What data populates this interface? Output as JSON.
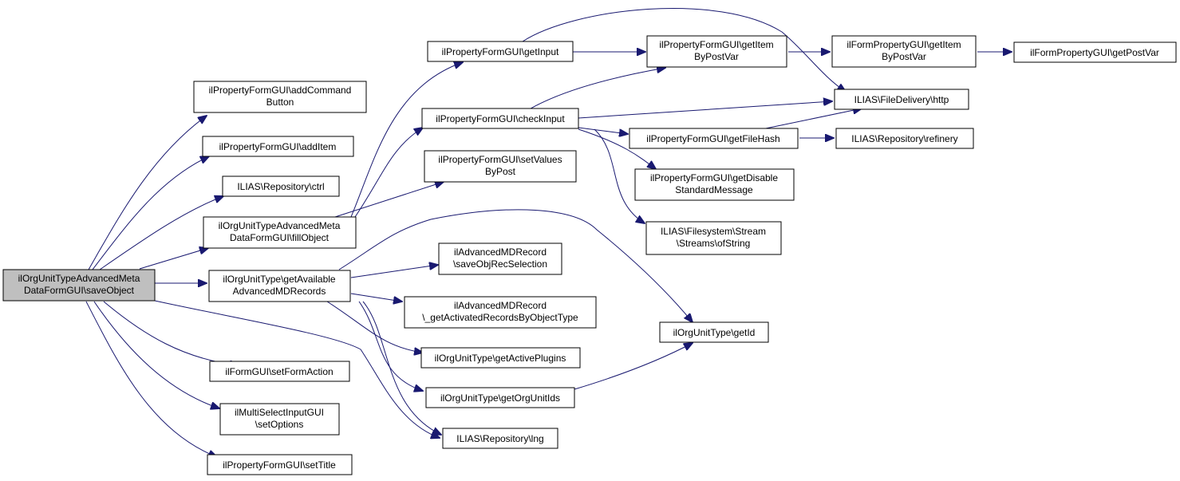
{
  "colors": {
    "edge": "#191970",
    "root_fill": "#bfbfbf",
    "node_fill": "#ffffff",
    "border": "#000000"
  },
  "nodes": {
    "root": [
      "ilOrgUnitTypeAdvancedMeta",
      "DataFormGUI\\saveObject"
    ],
    "add_command_button": [
      "ilPropertyFormGUI\\addCommand",
      "Button"
    ],
    "add_item": [
      "ilPropertyFormGUI\\addItem"
    ],
    "ctrl": [
      "ILIAS\\Repository\\ctrl"
    ],
    "fill_object": [
      "ilOrgUnitTypeAdvancedMeta",
      "DataFormGUI\\fillObject"
    ],
    "get_available_records": [
      "ilOrgUnitType\\getAvailable",
      "AdvancedMDRecords"
    ],
    "set_form_action": [
      "ilFormGUI\\setFormAction"
    ],
    "set_options": [
      "ilMultiSelectInputGUI",
      "\\setOptions"
    ],
    "set_title": [
      "ilPropertyFormGUI\\setTitle"
    ],
    "get_input": [
      "ilPropertyFormGUI\\getInput"
    ],
    "check_input": [
      "ilPropertyFormGUI\\checkInput"
    ],
    "set_values_by_post": [
      "ilPropertyFormGUI\\setValues",
      "ByPost"
    ],
    "save_obj_rec_selection": [
      "ilAdvancedMDRecord",
      "\\saveObjRecSelection"
    ],
    "get_activated_records": [
      "ilAdvancedMDRecord",
      "\\_getActivatedRecordsByObjectType"
    ],
    "get_active_plugins": [
      "ilOrgUnitType\\getActivePlugins"
    ],
    "get_org_unit_ids": [
      "ilOrgUnitType\\getOrgUnitIds"
    ],
    "lng": [
      "ILIAS\\Repository\\lng"
    ],
    "get_item_by_post_var": [
      "ilPropertyFormGUI\\getItem",
      "ByPostVar"
    ],
    "get_file_hash": [
      "ilPropertyFormGUI\\getFileHash"
    ],
    "get_disable_standard_message": [
      "ilPropertyFormGUI\\getDisable",
      "StandardMessage"
    ],
    "streams_of_string": [
      "ILIAS\\Filesystem\\Stream",
      "\\Streams\\ofString"
    ],
    "get_id": [
      "ilOrgUnitType\\getId"
    ],
    "form_get_item_by_post_var": [
      "ilFormPropertyGUI\\getItem",
      "ByPostVar"
    ],
    "form_get_post_var": [
      "ilFormPropertyGUI\\getPostVar"
    ],
    "file_delivery_http": [
      "ILIAS\\FileDelivery\\http"
    ],
    "refinery": [
      "ILIAS\\Repository\\refinery"
    ]
  }
}
